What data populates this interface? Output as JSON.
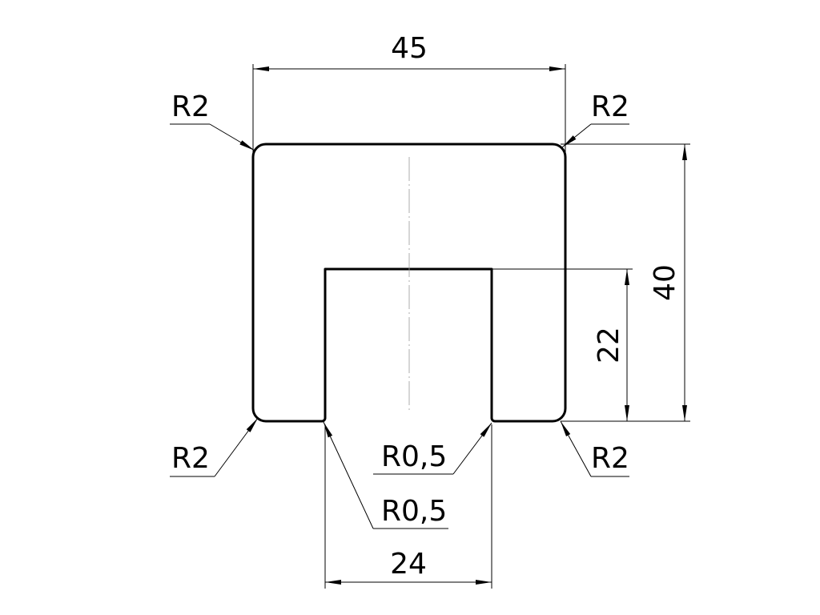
{
  "drawing": {
    "dimensions": {
      "overall_width": "45",
      "overall_height": "40",
      "slot_depth": "22",
      "slot_width": "24"
    },
    "radii": {
      "top_left": "R2",
      "top_right": "R2",
      "bottom_left": "R2",
      "bottom_right": "R2",
      "slot_right": "R0,5",
      "slot_left": "R0,5"
    }
  }
}
